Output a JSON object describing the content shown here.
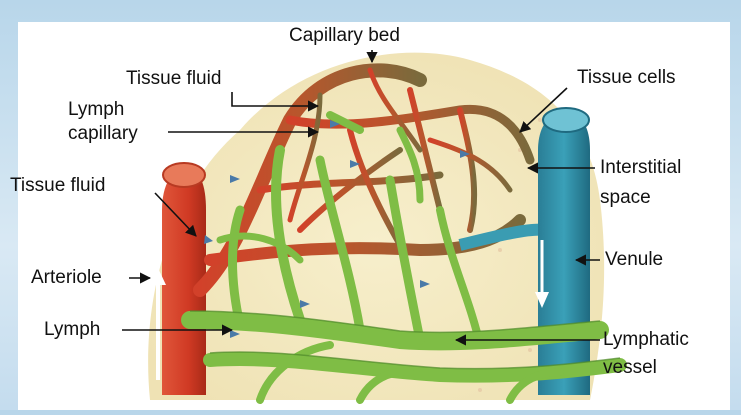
{
  "labels": {
    "capillary_bed": "Capillary bed",
    "tissue_fluid_top": "Tissue fluid",
    "lymph_capillary_1": "Lymph",
    "lymph_capillary_2": "capillary",
    "tissue_fluid_left": "Tissue fluid",
    "arteriole": "Arteriole",
    "lymph": "Lymph",
    "tissue_cells": "Tissue cells",
    "interstitial_1": "Interstitial",
    "interstitial_2": "space",
    "venule": "Venule",
    "lymphatic_1": "Lymphatic",
    "lymphatic_2": "vessel"
  },
  "colors": {
    "arteriole": "#d9472e",
    "capillary_red": "#c8432a",
    "capillary_brown": "#8a5a36",
    "venule": "#2e8fa6",
    "lymphatic": "#7fbd45",
    "tissue": "#f4ecc4",
    "background": "#cfe2f1"
  }
}
